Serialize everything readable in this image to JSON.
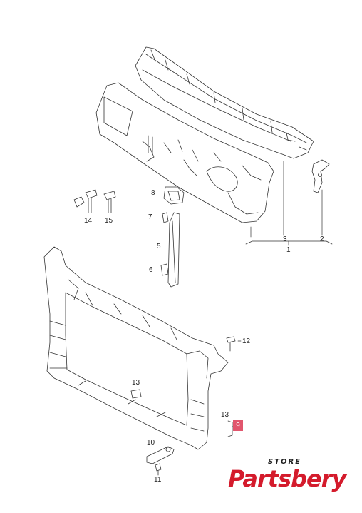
{
  "diagram": {
    "callouts": {
      "p1": "1",
      "p2": "2",
      "p3": "3",
      "p5": "5",
      "p6": "6",
      "p7": "7",
      "p8": "8",
      "p9": "9",
      "p10": "10",
      "p11": "11",
      "p12": "12",
      "p13a": "13",
      "p13b": "13",
      "p14": "14",
      "p15": "15"
    },
    "highlight_color": "#e1566d"
  },
  "logo": {
    "store": "STORE",
    "name": "Partsbery",
    "accent_color": "#d41b2c"
  }
}
